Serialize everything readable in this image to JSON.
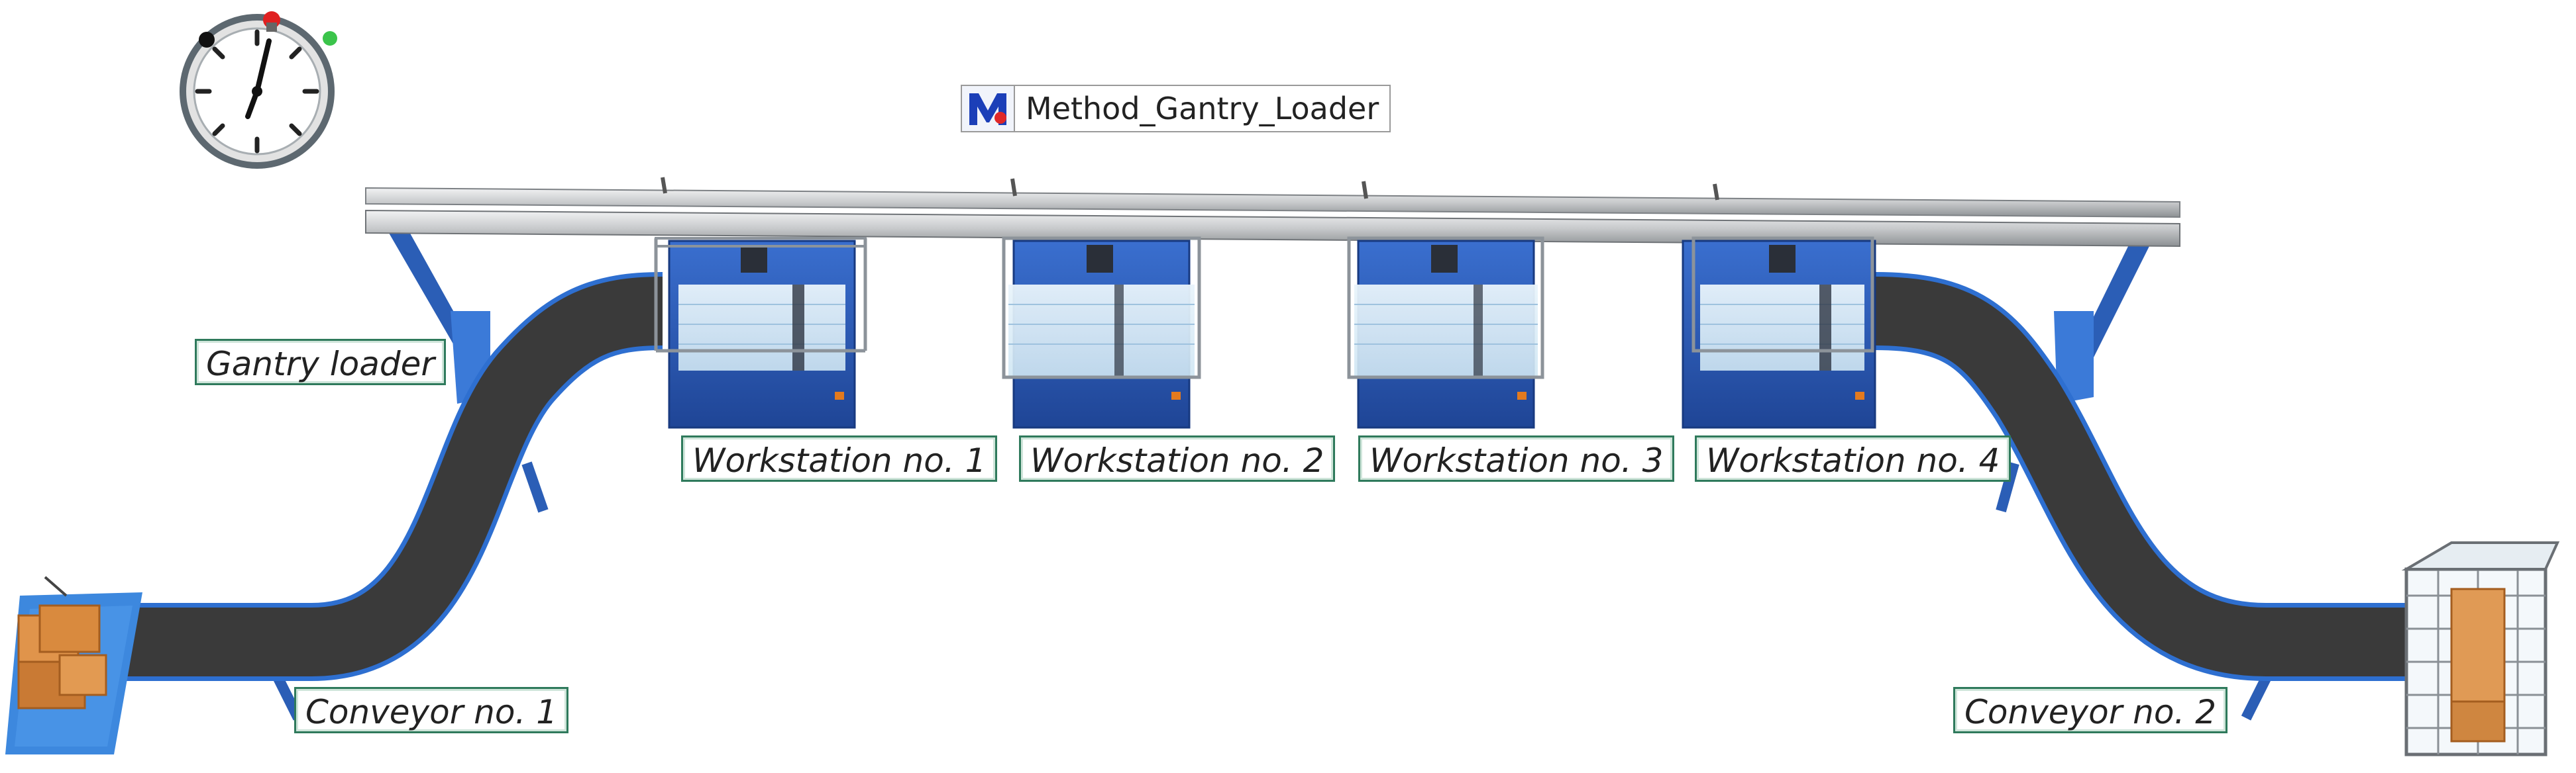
{
  "method": {
    "label": "Method_Gantry_Loader",
    "icon": "method-m-icon"
  },
  "labels": {
    "gantry_loader": "Gantry loader",
    "workstation_1": "Workstation no. 1",
    "workstation_2": "Workstation no. 2",
    "workstation_3": "Workstation no. 3",
    "workstation_4": "Workstation no. 4",
    "conveyor_1": "Conveyor no. 1",
    "conveyor_2": "Conveyor no. 2"
  },
  "icons": [
    "event-controller-clock-icon",
    "method-m-icon"
  ],
  "colors": {
    "conveyor_belt": "#3b3b3b",
    "workstation_blue": "#2a5bb8",
    "gantry_rail": "#c9cbcd",
    "label_border": "#2f7a5c",
    "box_orange": "#d98a3e"
  }
}
